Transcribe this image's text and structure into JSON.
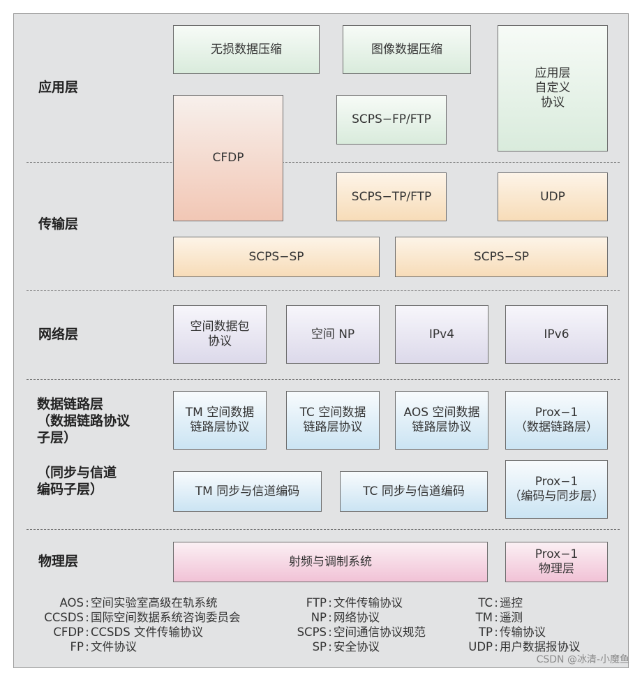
{
  "layers": {
    "application": "应用层",
    "transport": "传输层",
    "network": "网络层",
    "datalink": "数据链路层\n（数据链路协议\n子层）",
    "sync": "（同步与信道\n编码子层）",
    "physical": "物理层"
  },
  "boxes": {
    "lossless": "无损数据压缩",
    "image": "图像数据压缩",
    "app_custom": "应用层\n自定义\n协议",
    "cfdp": "CFDP",
    "scps_fp": "SCPS−FP/FTP",
    "scps_tp": "SCPS−TP/FTP",
    "udp": "UDP",
    "scps_sp1": "SCPS−SP",
    "scps_sp2": "SCPS−SP",
    "space_packet": "空间数据包\n协议",
    "space_np": "空间 NP",
    "ipv4": "IPv4",
    "ipv6": "IPv6",
    "tm_link": "TM 空间数据\n链路层协议",
    "tc_link": "TC 空间数据\n链路层协议",
    "aos_link": "AOS 空间数据\n链路层协议",
    "prox_link": "Prox−1\n（数据链路层）",
    "tm_sync": "TM 同步与信道编码",
    "tc_sync": "TC 同步与信道编码",
    "prox_sync": "Prox−1\n（编码与同步层）",
    "rf": "射频与调制系统",
    "prox_phys": "Prox−1\n物理层"
  },
  "legend": {
    "col1": [
      {
        "key": "AOS",
        "value": "空间实验室高级在轨系统"
      },
      {
        "key": "CCSDS",
        "value": "国际空间数据系统咨询委员会"
      },
      {
        "key": "CFDP",
        "value": "CCSDS 文件传输协议"
      },
      {
        "key": "FP",
        "value": "文件协议"
      }
    ],
    "col2": [
      {
        "key": "FTP",
        "value": "文件传输协议"
      },
      {
        "key": "NP",
        "value": "网络协议"
      },
      {
        "key": "SCPS",
        "value": "空间通信协议规范"
      },
      {
        "key": "SP",
        "value": "安全协议"
      }
    ],
    "col3": [
      {
        "key": "TC",
        "value": "遥控"
      },
      {
        "key": "TM",
        "value": "遥测"
      },
      {
        "key": "TP",
        "value": "传输协议"
      },
      {
        "key": "UDP",
        "value": "用户数据报协议"
      }
    ],
    "separator": ":"
  },
  "watermark": "CSDN @冰清-小魔鱼"
}
